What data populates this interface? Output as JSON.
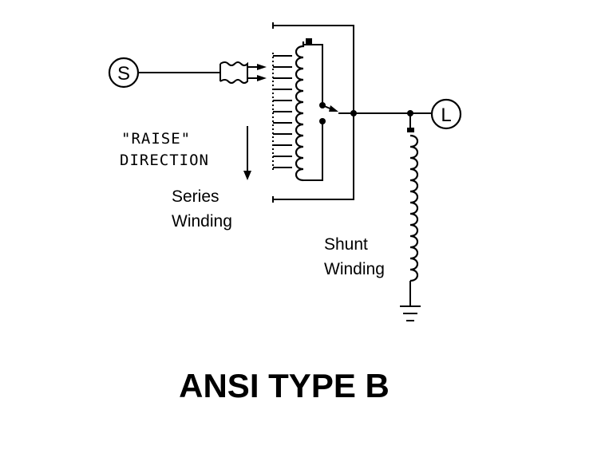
{
  "diagram": {
    "title": "ANSI TYPE B",
    "source_terminal": "S",
    "load_terminal": "L",
    "raise_line1": "\"RAISE\"",
    "raise_line2": "DIRECTION",
    "series_line1": "Series",
    "series_line2": "Winding",
    "shunt_line1": "Shunt",
    "shunt_line2": "Winding"
  }
}
